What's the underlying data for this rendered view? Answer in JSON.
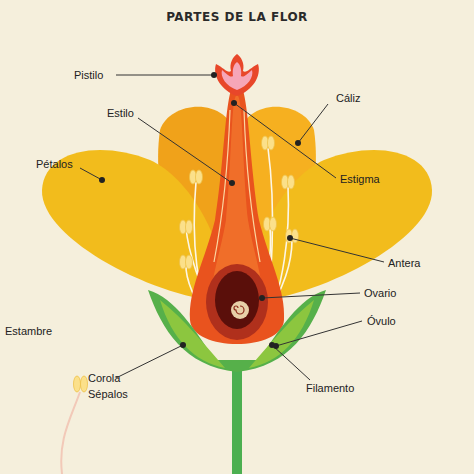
{
  "diagram": {
    "title": "PARTES DE LA FLOR",
    "labels": [
      "Pistilo",
      "Cáliz",
      "Estilo",
      "Pétalos",
      "Estigma",
      "Antera",
      "Ovario",
      "Óvulo",
      "Estambre",
      "Corola",
      "Sépalos",
      "Filamento"
    ]
  }
}
